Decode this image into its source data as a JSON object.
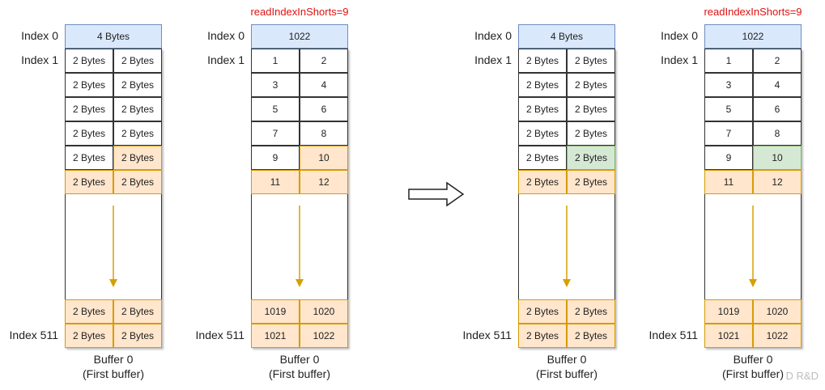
{
  "diagrams": [
    {
      "read_label": "",
      "index_labels": [
        "Index 0",
        "Index 1",
        "Index 511"
      ],
      "header": "4 Bytes",
      "rows": [
        [
          "2 Bytes",
          "2 Bytes"
        ],
        [
          "2 Bytes",
          "2 Bytes"
        ],
        [
          "2 Bytes",
          "2 Bytes"
        ],
        [
          "2 Bytes",
          "2 Bytes"
        ],
        [
          "2 Bytes",
          "2 Bytes"
        ],
        [
          "2 Bytes",
          "2 Bytes"
        ],
        [
          "2 Bytes",
          "2 Bytes"
        ],
        [
          "2 Bytes",
          "2 Bytes"
        ]
      ],
      "caption_line1": "Buffer 0",
      "caption_line2": "(First buffer)"
    },
    {
      "read_label": "readIndexInShorts=9",
      "index_labels": [
        "Index 0",
        "Index 1",
        "Index 511"
      ],
      "header": "1022",
      "rows": [
        [
          "1",
          "2"
        ],
        [
          "3",
          "4"
        ],
        [
          "5",
          "6"
        ],
        [
          "7",
          "8"
        ],
        [
          "9",
          "10"
        ],
        [
          "11",
          "12"
        ],
        [
          "1019",
          "1020"
        ],
        [
          "1021",
          "1022"
        ]
      ],
      "caption_line1": "Buffer 0",
      "caption_line2": "(First buffer)"
    },
    {
      "read_label": "",
      "index_labels": [
        "Index 0",
        "Index 1",
        "Index 511"
      ],
      "header": "4 Bytes",
      "rows": [
        [
          "2 Bytes",
          "2 Bytes"
        ],
        [
          "2 Bytes",
          "2 Bytes"
        ],
        [
          "2 Bytes",
          "2 Bytes"
        ],
        [
          "2 Bytes",
          "2 Bytes"
        ],
        [
          "2 Bytes",
          "2 Bytes"
        ],
        [
          "2 Bytes",
          "2 Bytes"
        ],
        [
          "2 Bytes",
          "2 Bytes"
        ],
        [
          "2 Bytes",
          "2 Bytes"
        ]
      ],
      "caption_line1": "Buffer 0",
      "caption_line2": "(First buffer)"
    },
    {
      "read_label": "readIndexInShorts=9",
      "index_labels": [
        "Index 0",
        "Index 1",
        "Index 511"
      ],
      "header": "1022",
      "rows": [
        [
          "1",
          "2"
        ],
        [
          "3",
          "4"
        ],
        [
          "5",
          "6"
        ],
        [
          "7",
          "8"
        ],
        [
          "9",
          "10"
        ],
        [
          "11",
          "12"
        ],
        [
          "1019",
          "1020"
        ],
        [
          "1021",
          "1022"
        ]
      ],
      "caption_line1": "Buffer 0",
      "caption_line2": "(First buffer)"
    }
  ],
  "colors": {
    "header_fill": "#dae8fc",
    "orange_fill": "#ffe6cc",
    "green_fill": "#d5e8d4",
    "arrow": "#d6a000",
    "read_label": "#e01010"
  },
  "icons": {
    "transition": "right-arrow-icon",
    "flow": "down-arrow-icon"
  },
  "watermark": "D R&D"
}
